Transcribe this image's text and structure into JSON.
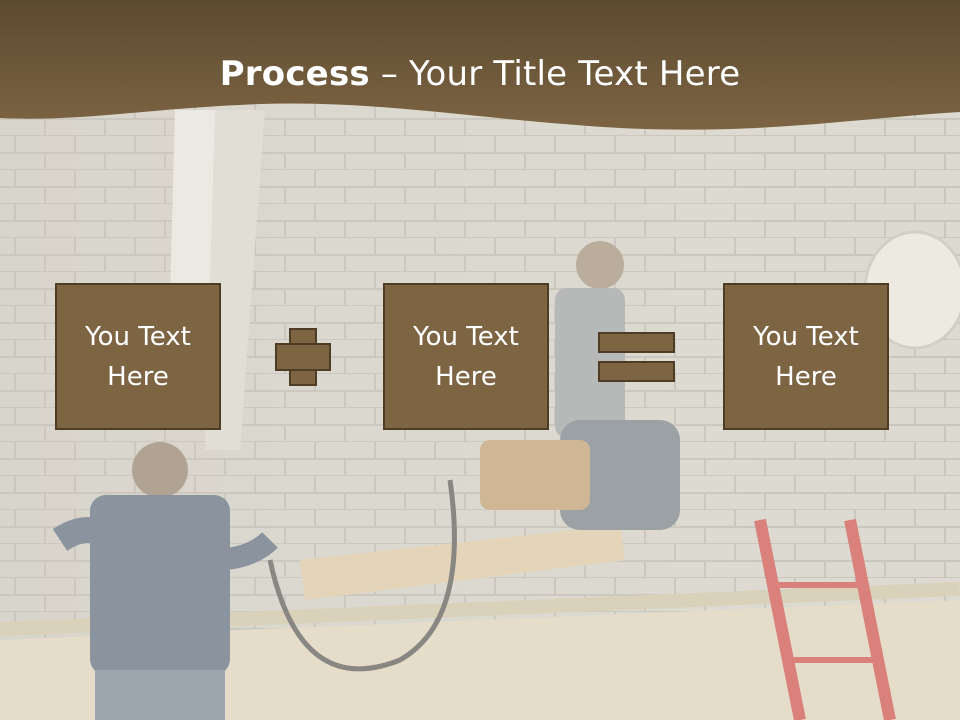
{
  "title": {
    "bold": "Process",
    "rest": " – Your Title Text Here"
  },
  "boxes": [
    {
      "line1": "You Text",
      "line2": "Here"
    },
    {
      "line1": "You Text",
      "line2": "Here"
    },
    {
      "line1": "You Text",
      "line2": "Here"
    }
  ],
  "operators": [
    "plus-icon",
    "equals-icon"
  ],
  "colors": {
    "header": "#6f5836",
    "box_fill": "#7d6544",
    "box_border": "#4e3c24",
    "text": "#ffffff"
  }
}
